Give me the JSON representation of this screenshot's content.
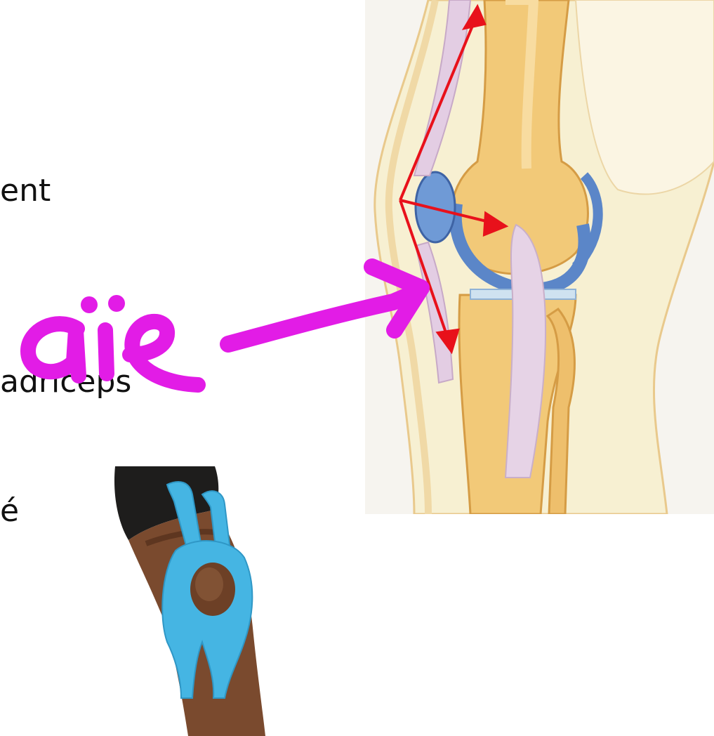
{
  "slide": {
    "text_fragments": [
      "ent",
      "adriceps",
      "é"
    ]
  },
  "annotation": {
    "handwritten_text": "aïe"
  },
  "colors": {
    "annotation_magenta": "#e21ce6",
    "arrow_red": "#e8111b",
    "kinesio_tape_blue": "#45b5e3",
    "bone": "#f0c878",
    "cartilage_blue": "#5b86c8",
    "tendon_lilac": "#dcc8dc",
    "skin": "#f5efd6"
  }
}
